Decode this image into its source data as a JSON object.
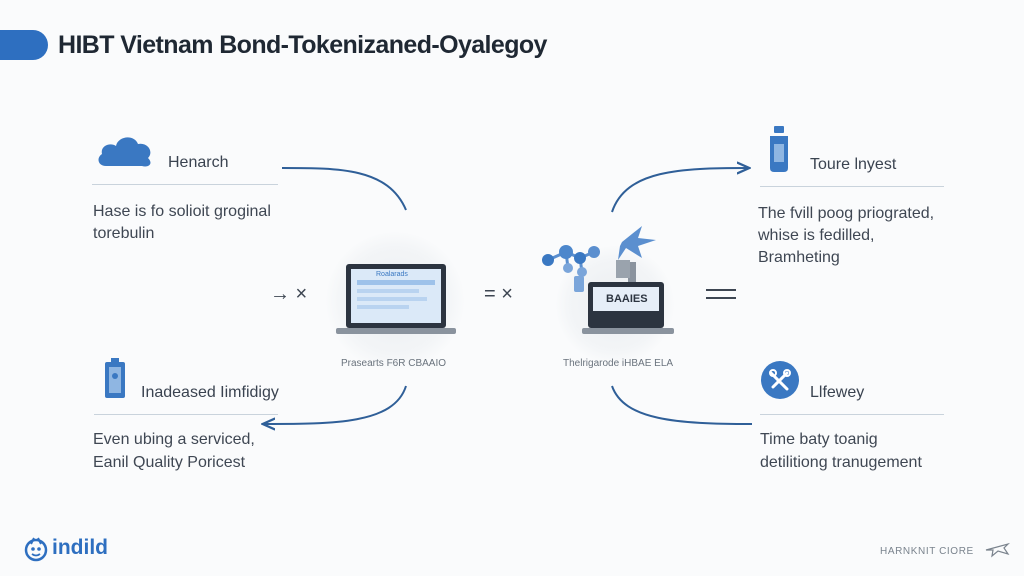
{
  "title": "HIBT Vietnam Bond-Tokenizaned-Oyalegoy",
  "top_left": {
    "label": "Henarch",
    "desc_line1": "Hase is fo solioit groginal",
    "desc_line2": "torebulin",
    "icon": "cloud-icon"
  },
  "top_right": {
    "label": "Toure lnyest",
    "desc_line1": "The fvill poog priograted,",
    "desc_line2": "whise is fedilled,",
    "desc_line3": "Bramheting",
    "icon": "bottle-icon"
  },
  "bottom_left": {
    "label": "Inadeased Iimfidigy",
    "desc_line1": "Even ubing a serviced,",
    "desc_line2": "Eanil Quality Poricest",
    "icon": "battery-icon"
  },
  "bottom_right": {
    "label": "Llfewey",
    "desc_line1": "Time baty toanig",
    "desc_line2": "detilitiong tranugement",
    "icon": "tools-icon"
  },
  "center_left": {
    "caption": "Prasearts F6R CBAAIO",
    "screen_text": "Roalarads",
    "prefix": "→ ×",
    "icon": "laptop-icon"
  },
  "center_right": {
    "caption": "Thelrigarode iHBAE ELA",
    "screen_text": "BAAIES",
    "prefix": "= ×",
    "suffix": "=",
    "icon": "network-laptop-icon"
  },
  "footer": {
    "logo_text": "indild",
    "right_text": "HARNKNIT CIORE"
  },
  "colors": {
    "accent": "#2e6fc0",
    "icon_blue": "#3a78c2",
    "arrow": "#2f5f98"
  }
}
